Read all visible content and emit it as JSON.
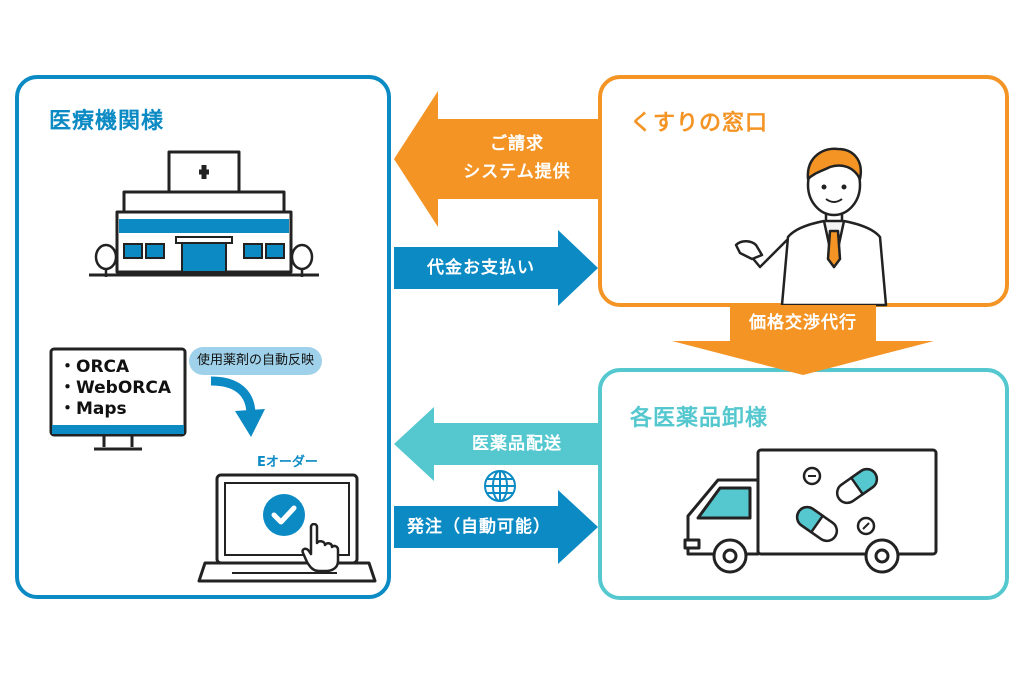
{
  "colors": {
    "blue": "#0b8ac4",
    "orange": "#f39425",
    "teal": "#55c8cf",
    "light_blue": "#9fd2ea"
  },
  "panels": {
    "medical": {
      "title": "医療機関様"
    },
    "pharmacy": {
      "title": "くすりの窓口"
    },
    "wholesaler": {
      "title": "各医薬品卸様"
    }
  },
  "arrows": {
    "billing": {
      "line1": "ご請求",
      "line2": "システム提供"
    },
    "payment": {
      "label": "代金お支払い"
    },
    "negotiation": {
      "label": "価格交渉代行"
    },
    "delivery": {
      "label": "医薬品配送"
    },
    "order": {
      "label": "発注（自動可能）"
    }
  },
  "systems": {
    "items": [
      "・ORCA",
      "・WebORCA",
      "・Maps"
    ],
    "bubble": "使用薬剤の自動反映",
    "eorder_label": "Eオーダー"
  },
  "icons": [
    "hospital-icon",
    "monitor-icon",
    "curved-arrow-icon",
    "laptop-icon",
    "check-icon",
    "pointer-hand-icon",
    "pharmacist-icon",
    "globe-icon",
    "delivery-truck-icon"
  ]
}
